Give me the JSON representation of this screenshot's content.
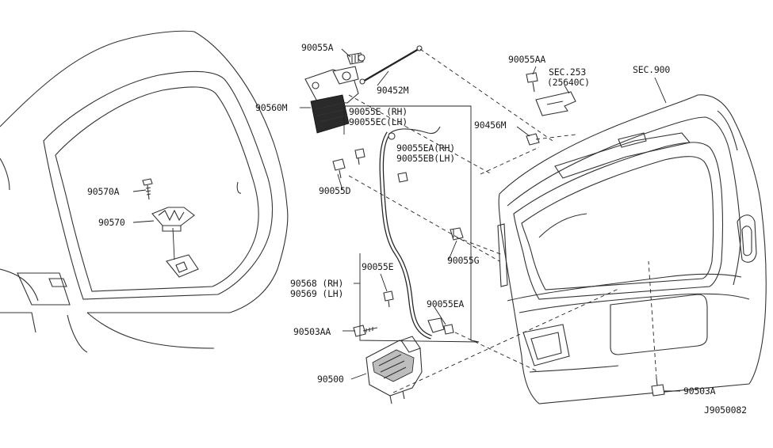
{
  "diagram_id": "J9050082",
  "labels": {
    "p90055A": "90055A",
    "p90452M": "90452M",
    "p90560M": "90560M",
    "p90055E_rh": "90055E (RH)",
    "p90055EC_lh": "90055EC(LH)",
    "p90055EA_rh": "90055EA(RH)",
    "p90055EB_lh": "90055EB(LH)",
    "p90055D": "90055D",
    "p90570A": "90570A",
    "p90570": "90570",
    "p90055G": "90055G",
    "p90055E": "90055E",
    "p90568_rh": "90568 (RH)",
    "p90569_lh": "90569 (LH)",
    "p90055EA": "90055EA",
    "p90503AA": "90503AA",
    "p90500": "90500",
    "p90055AA": "90055AA",
    "sec253": "SEC.253",
    "sec253_sub": "(25640C)",
    "sec900": "SEC.900",
    "p90456M": "90456M",
    "p90503A": "90503A"
  }
}
